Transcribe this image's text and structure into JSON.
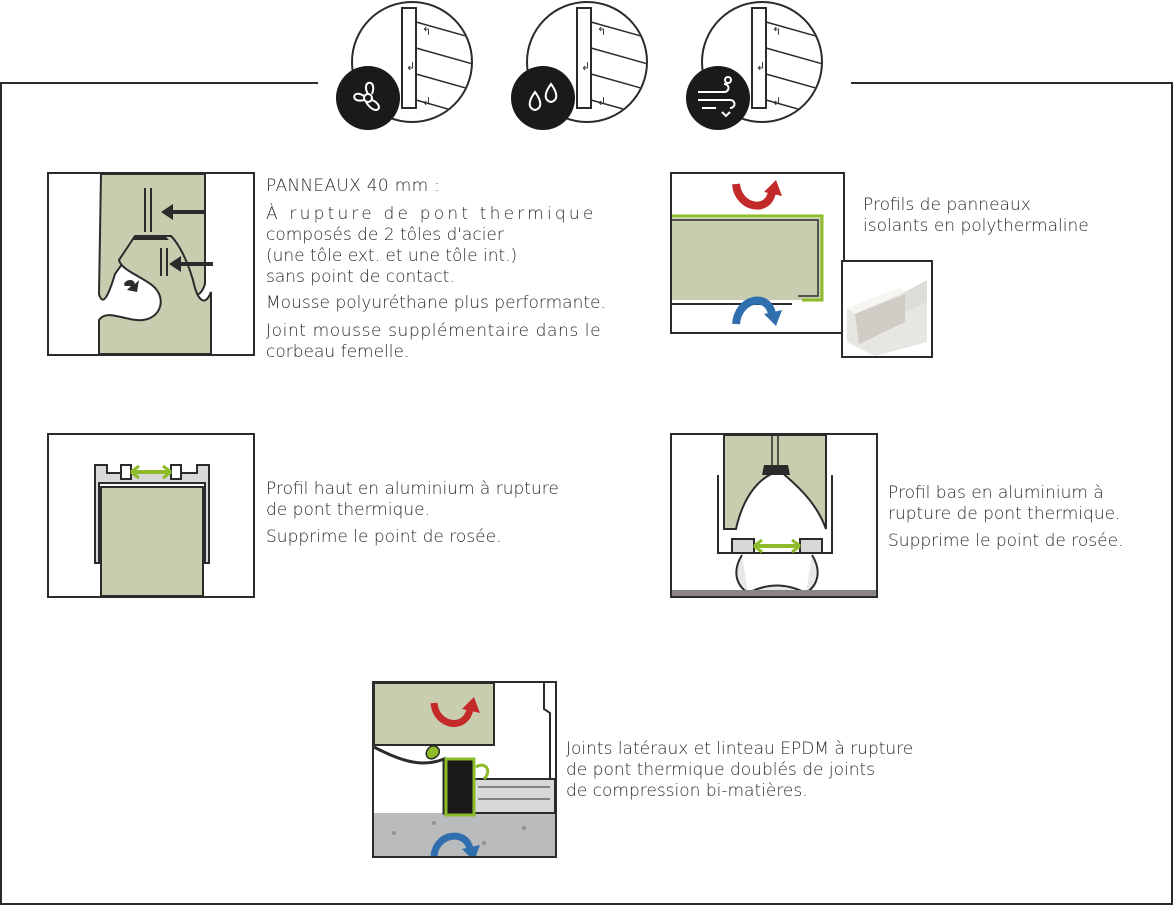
{
  "colors": {
    "foam": "#c9cdb0",
    "line": "#2b2b2b",
    "accent_green": "#8dbb2a",
    "arrow_red": "#c42a2a",
    "arrow_blue": "#2f6fae",
    "concrete": "#b9bbbd",
    "floor": "#8a8582"
  },
  "header_icons": [
    {
      "name": "ventilation-icon"
    },
    {
      "name": "water-drops-icon"
    },
    {
      "name": "wind-weather-icon"
    }
  ],
  "sections": {
    "panels": {
      "title": "PANNEAUX 40 mm :",
      "line1": "À rupture de pont thermique",
      "line2": "composés de 2 tôles d'acier",
      "line3": "(une tôle ext. et une tôle int.)",
      "line4": "sans point de contact.",
      "para2": "Mousse polyuréthane plus performante.",
      "para3a": "Joint mousse supplémentaire dans le",
      "para3b": "corbeau femelle."
    },
    "profiles": {
      "line1": "Profils de panneaux",
      "line2": "isolants en polythermaline"
    },
    "top_profile": {
      "line1": "Profil haut en aluminium à rupture",
      "line2": "de pont thermique.",
      "line3": "Supprime le point de rosée."
    },
    "bottom_profile": {
      "line1": "Profil bas en aluminium à",
      "line2": "rupture de pont thermique.",
      "line3": "Supprime le point de rosée."
    },
    "seals": {
      "line1": "Joints latéraux et linteau EPDM à rupture",
      "line2": "de pont thermique doublés de joints",
      "line3": "de compression bi-matières."
    }
  }
}
